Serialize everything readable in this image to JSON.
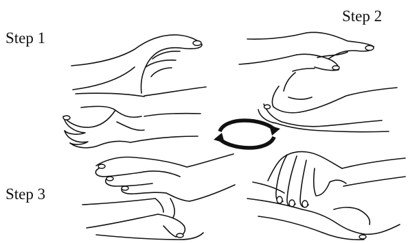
{
  "steps": [
    {
      "label": "Step 1"
    },
    {
      "label": "Step 2"
    },
    {
      "label": "Step 3"
    }
  ],
  "rotation_icon": "circular-arrows-icon",
  "colors": {
    "ink": "#111111",
    "background": "#ffffff"
  }
}
